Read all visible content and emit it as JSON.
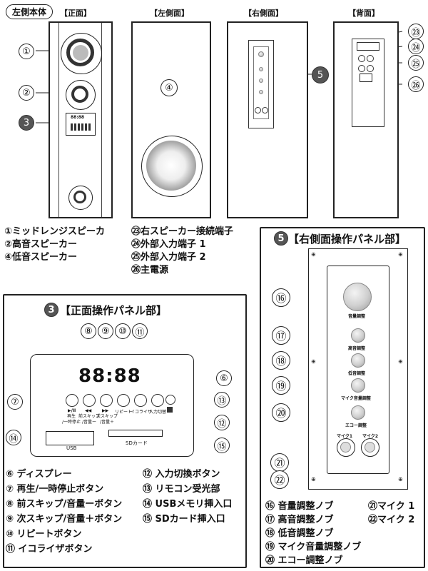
{
  "main_unit_label": "左側本体",
  "views": {
    "front": "【正面】",
    "left": "【左側面】",
    "right": "【右側面】",
    "back": "【背面】"
  },
  "markers": {
    "m1": "①",
    "m2": "②",
    "m3": "3",
    "m4": "④",
    "m5": "5",
    "m23": "㉓",
    "m24": "㉔",
    "m25": "㉕",
    "m26": "㉖",
    "m6": "⑥",
    "m7": "⑦",
    "m8": "⑧",
    "m9": "⑨",
    "m10": "⑩",
    "m11": "⑪",
    "m12": "⑫",
    "m13": "⑬",
    "m14": "⑭",
    "m15": "⑮",
    "m16": "⑯",
    "m17": "⑰",
    "m18": "⑱",
    "m19": "⑲",
    "m20": "⑳",
    "m21": "㉑",
    "m22": "㉒"
  },
  "unit_legend_left": [
    "①ミッドレンジスピーカ",
    "②高音スピーカー",
    "④低音スピーカー"
  ],
  "unit_legend_right": [
    "㉓右スピーカー接続端子",
    "㉔外部入力端子 1",
    "㉕外部入力端子 2",
    "㉖主電源"
  ],
  "front_panel": {
    "title_num": "3",
    "title": "【正面操作パネル部】",
    "display": "88:88",
    "mini_display": "88:88",
    "buttons": [
      "再生\n/一時停止",
      "前スキップ\n/音量ー",
      "次スキップ\n/音量＋",
      "リピート",
      "イコライザ",
      "入力切替"
    ],
    "button_icons": [
      "▶/II",
      "◀◀",
      "▶▶"
    ],
    "usb": "USB",
    "sd": "SDカード"
  },
  "front_legend_left": [
    "⑥ ディスプレー",
    "⑦ 再生/一時停止ボタン",
    "⑧ 前スキップ/音量ーボタン",
    "⑨ 次スキップ/音量＋ボタン",
    "⑩ リピートボタン",
    "⑪ イコライザボタン"
  ],
  "front_legend_right": [
    "⑫ 入力切換ボタン",
    "⑬ リモコン受光部",
    "⑭ USBメモリ挿入口",
    "⑮ SDカード挿入口"
  ],
  "side_panel": {
    "title_num": "5",
    "title": "【右側面操作パネル部】",
    "knobs": [
      "音量調整",
      "高音調整",
      "低音調整",
      "マイク音量調整",
      "エコー調整"
    ],
    "mics": [
      "マイク1",
      "マイク2"
    ]
  },
  "side_legend_left": [
    "⑯ 音量調整ノブ",
    "⑰ 高音調整ノブ",
    "⑱ 低音調整ノブ",
    "⑲ マイク音量調整ノブ",
    "⑳ エコー調整ノブ"
  ],
  "side_legend_right": [
    "㉑マイク 1",
    "㉒マイク 2"
  ]
}
